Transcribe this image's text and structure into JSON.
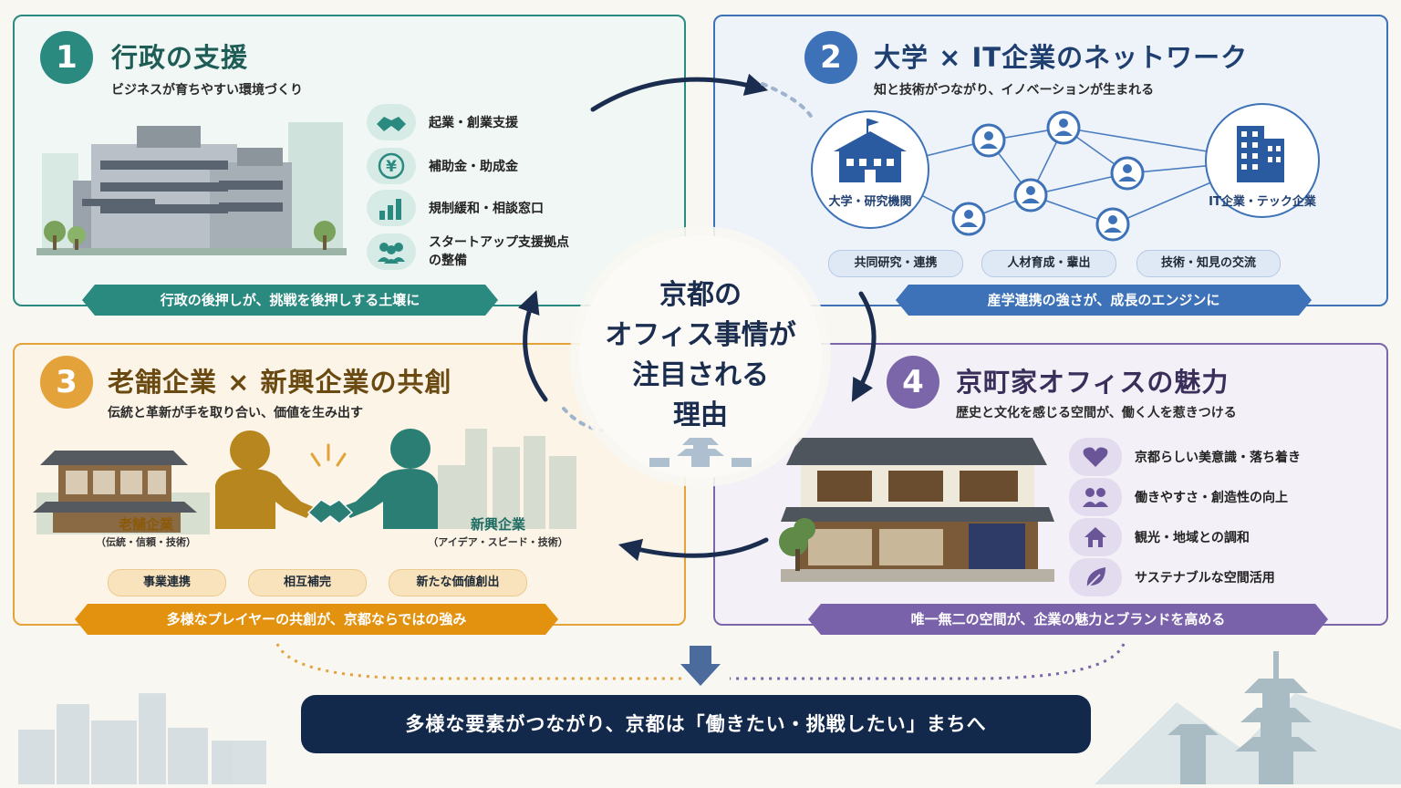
{
  "center": {
    "lines": [
      "京都の",
      "オフィス事情が",
      "注目される",
      "理由"
    ]
  },
  "colors": {
    "teal": "#2b8a80",
    "blue": "#3d72b8",
    "orange": "#e3a23a",
    "purple": "#7a66a8",
    "navy": "#13294b"
  },
  "panel1": {
    "number": "1",
    "title": "行政の支援",
    "subtitle": "ビジネスが育ちやすい環境づくり",
    "features": [
      {
        "icon": "handshake-icon",
        "label": "起業・創業支援"
      },
      {
        "icon": "yen-icon",
        "label": "補助金・助成金"
      },
      {
        "icon": "bar-chart-icon",
        "label": "規制緩和・相談窓口"
      },
      {
        "icon": "people-icon",
        "label_line1": "スタートアップ支援拠点",
        "label_line2": "の整備"
      }
    ],
    "banner": "行政の後押しが、挑戦を後押しする土壌に"
  },
  "panel2": {
    "number": "2",
    "title": "大学 × IT企業のネットワーク",
    "subtitle": "知と技術がつながり、イノベーションが生まれる",
    "left_node": "大学・研究機関",
    "right_node": "IT企業・テック企業",
    "pills": [
      "共同研究・連携",
      "人材育成・輩出",
      "技術・知見の交流"
    ],
    "banner": "産学連携の強さが、成長のエンジンに"
  },
  "panel3": {
    "number": "3",
    "title": "老舗企業 × 新興企業の共創",
    "subtitle": "伝統と革新が手を取り合い、価値を生み出す",
    "left_label": "老舗企業",
    "left_sub": "（伝統・信頼・技術）",
    "right_label": "新興企業",
    "right_sub": "（アイデア・スピード・技術）",
    "pills": [
      "事業連携",
      "相互補完",
      "新たな価値創出"
    ],
    "banner": "多様なプレイヤーの共創が、京都ならではの強み"
  },
  "panel4": {
    "number": "4",
    "title": "京町家オフィスの魅力",
    "subtitle": "歴史と文化を感じる空間が、働く人を惹きつける",
    "features": [
      {
        "icon": "heart-icon",
        "label": "京都らしい美意識・落ち着き"
      },
      {
        "icon": "people-icon",
        "label": "働きやすさ・創造性の向上"
      },
      {
        "icon": "house-icon",
        "label": "観光・地域との調和"
      },
      {
        "icon": "leaf-icon",
        "label": "サステナブルな空間活用"
      }
    ],
    "banner": "唯一無二の空間が、企業の魅力とブランドを高める"
  },
  "bottom": {
    "message": "多様な要素がつながり、京都は「働きたい・挑戦したい」まちへ"
  }
}
